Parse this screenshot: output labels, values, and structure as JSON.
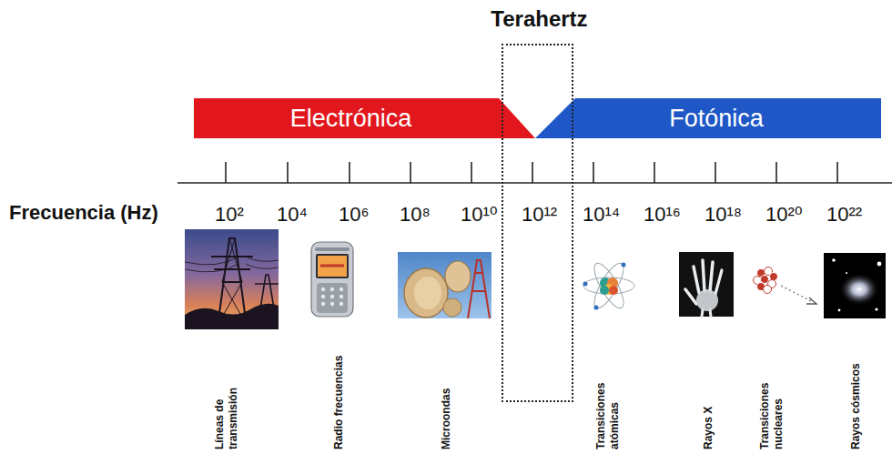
{
  "diagram": {
    "nodes": [
      {
        "text": [
          "Terahertz"
        ]
      },
      {
        "text": [
          "Electrónica"
        ]
      },
      {
        "text": [
          "Fotónica"
        ]
      }
    ],
    "labels": [
      "Frecuencia (Hz)",
      "10²",
      "10⁴",
      "10⁶",
      "10⁸",
      "10¹⁰",
      "10¹²",
      "10¹⁴",
      "10¹⁶",
      "10¹⁸",
      "10²⁰",
      "10²²",
      "Líneas de transmisión",
      "Radio frecuencias",
      "Microondas",
      "Transiciones atómicas",
      "Rayos X",
      "Transiciones nucleares",
      "Rayos cósmicos"
    ]
  }
}
